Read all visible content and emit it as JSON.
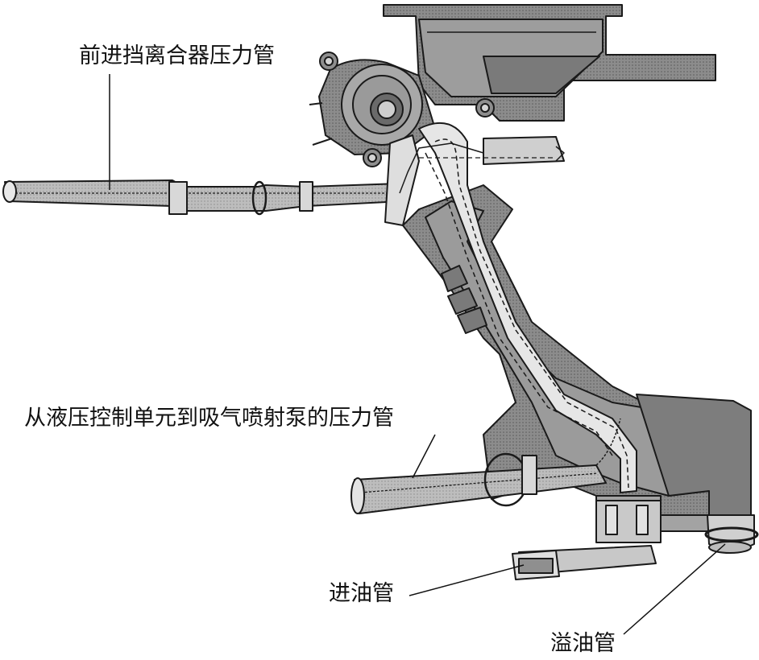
{
  "labels": {
    "forward_clutch_pressure_pipe": "前进挡离合器压力管",
    "hydraulic_to_jet_pump_pipe": "从液压控制单元到吸气喷射泵的压力管",
    "oil_inlet_pipe": "进油管",
    "oil_overflow_pipe": "溢油管"
  },
  "colors": {
    "body_dark": "#6e6e6e",
    "body_mid": "#9a9a9a",
    "body_light": "#c4c4c4",
    "pipe_fill": "#d2d2d2",
    "outline": "#1a1a1a",
    "background": "#ffffff"
  }
}
